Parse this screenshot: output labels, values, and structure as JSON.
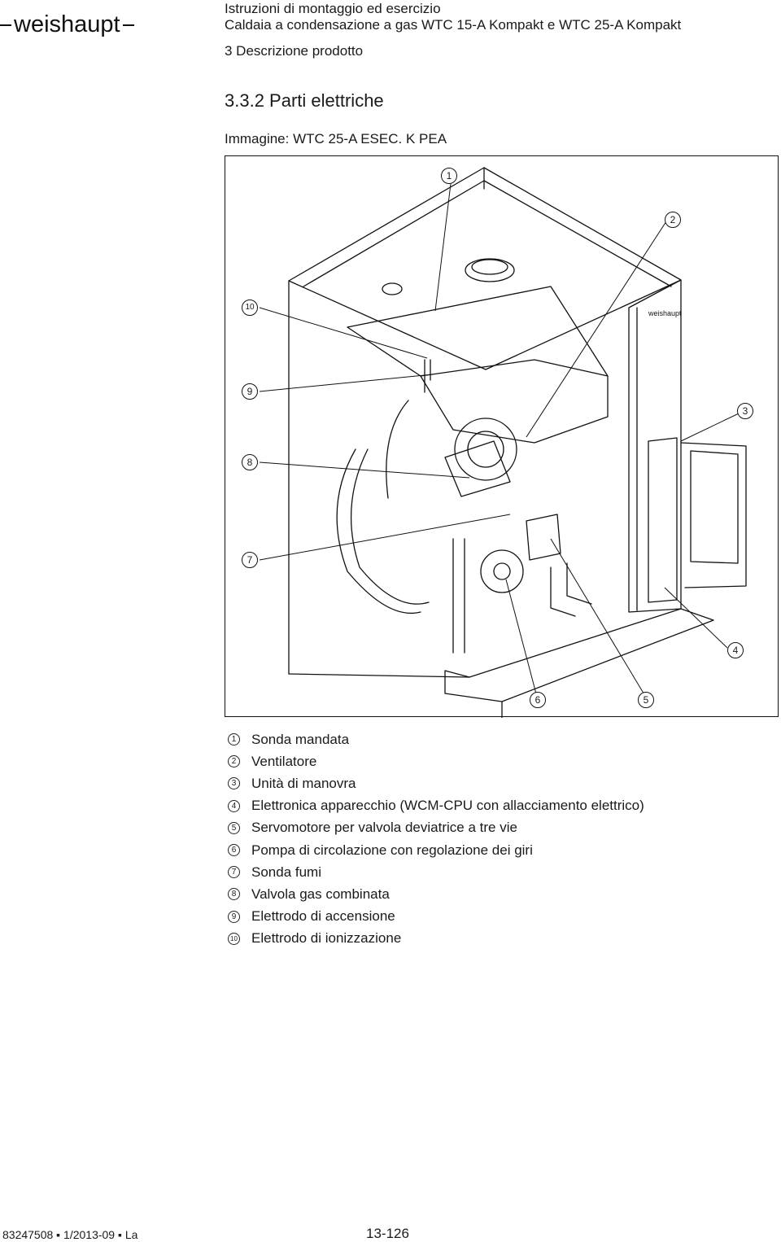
{
  "header": {
    "logo": "weishaupt",
    "title": "Istruzioni di montaggio ed esercizio",
    "subtitle": "Caldaia a condensazione a gas WTC 15-A Kompakt e WTC 25-A Kompakt"
  },
  "section": "3 Descrizione prodotto",
  "subsection": "3.3.2 Parti elettriche",
  "figure": {
    "caption": "Immagine: WTC 25-A ESEC. K PEA",
    "brand_on_unit": "weishaupt",
    "callouts": [
      "1",
      "2",
      "3",
      "4",
      "5",
      "6",
      "7",
      "8",
      "9",
      "10"
    ]
  },
  "legend": [
    {
      "num": "1",
      "text": "Sonda mandata"
    },
    {
      "num": "2",
      "text": "Ventilatore"
    },
    {
      "num": "3",
      "text": "Unità di manovra"
    },
    {
      "num": "4",
      "text": "Elettronica apparecchio (WCM-CPU con allacciamento elettrico)"
    },
    {
      "num": "5",
      "text": "Servomotore per valvola deviatrice a tre vie"
    },
    {
      "num": "6",
      "text": "Pompa di circolazione con regolazione dei giri"
    },
    {
      "num": "7",
      "text": "Sonda fumi"
    },
    {
      "num": "8",
      "text": "Valvola gas combinata"
    },
    {
      "num": "9",
      "text": "Elettrodo di accensione"
    },
    {
      "num": "10",
      "text": "Elettrodo di ionizzazione"
    }
  ],
  "footer": {
    "code": "83247508 ▪ 1/2013-09 ▪ La",
    "page": "13-126"
  }
}
